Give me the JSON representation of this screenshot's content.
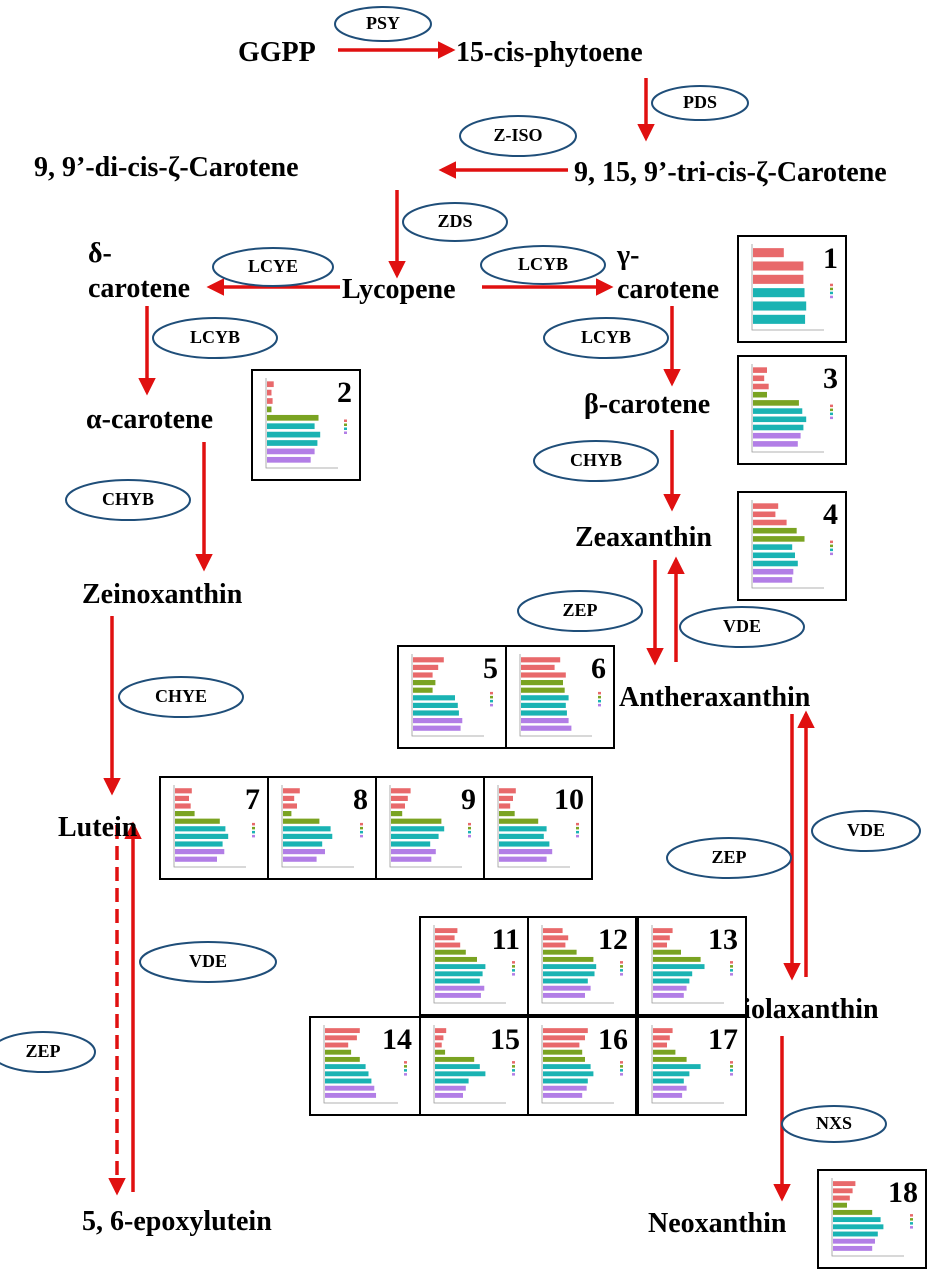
{
  "compounds": {
    "ggpp": "GGPP",
    "phytoene": "15-cis-phytoene",
    "tri_cis": "9, 15, 9’-tri-cis-ζ-Carotene",
    "di_cis": "9, 9’-di-cis-ζ-Carotene",
    "lycopene": "Lycopene",
    "delta_line1": "δ-",
    "delta_line2": "carotene",
    "gamma_line1": "γ-",
    "gamma_line2": "carotene",
    "alpha": "α-carotene",
    "beta": "β-carotene",
    "zeinoxanthin": "Zeinoxanthin",
    "zeaxanthin": "Zeaxanthin",
    "antheraxanthin": "Antheraxanthin",
    "lutein": "Lutein",
    "violaxanthin": "Violaxanthin",
    "epoxylutein": "5, 6-epoxylutein",
    "neoxanthin": "Neoxanthin"
  },
  "enzymes": {
    "psy": "PSY",
    "pds": "PDS",
    "ziso": "Z-ISO",
    "zds": "ZDS",
    "lcye": "LCYE",
    "lcyb_right": "LCYB",
    "lcyb_left": "LCYB",
    "lcyb_gamma": "LCYB",
    "chyb_left": "CHYB",
    "chyb_right": "CHYB",
    "chye": "CHYE",
    "zep_zea": "ZEP",
    "vde_zea": "VDE",
    "vde_anth": "VDE",
    "zep_anth": "ZEP",
    "vde_lut": "VDE",
    "zep_lut": "ZEP",
    "nxs": "NXS"
  },
  "panel_numbers": [
    "1",
    "2",
    "3",
    "4",
    "5",
    "6",
    "7",
    "8",
    "9",
    "10",
    "11",
    "12",
    "13",
    "14",
    "15",
    "16",
    "17",
    "18"
  ],
  "panel_bar_values": [
    [
      0.55,
      0.9,
      0.9,
      0.92,
      0.95,
      0.93
    ],
    [
      0.12,
      0.08,
      0.1,
      0.08,
      0.92,
      0.85,
      0.95,
      0.9,
      0.85,
      0.78
    ],
    [
      0.25,
      0.2,
      0.28,
      0.25,
      0.82,
      0.88,
      0.95,
      0.9,
      0.85,
      0.8
    ],
    [
      0.45,
      0.4,
      0.6,
      0.78,
      0.92,
      0.7,
      0.75,
      0.8,
      0.72,
      0.7
    ],
    [
      0.55,
      0.45,
      0.35,
      0.4,
      0.35,
      0.75,
      0.8,
      0.82,
      0.88,
      0.85
    ],
    [
      0.7,
      0.6,
      0.8,
      0.75,
      0.78,
      0.85,
      0.8,
      0.82,
      0.85,
      0.9
    ],
    [
      0.3,
      0.25,
      0.28,
      0.35,
      0.8,
      0.9,
      0.95,
      0.85,
      0.88,
      0.75
    ],
    [
      0.3,
      0.2,
      0.25,
      0.15,
      0.65,
      0.85,
      0.88,
      0.7,
      0.75,
      0.6
    ],
    [
      0.35,
      0.3,
      0.25,
      0.2,
      0.9,
      0.95,
      0.85,
      0.7,
      0.8,
      0.72
    ],
    [
      0.3,
      0.25,
      0.2,
      0.28,
      0.7,
      0.85,
      0.8,
      0.9,
      0.95,
      0.85
    ],
    [
      0.4,
      0.35,
      0.45,
      0.55,
      0.75,
      0.9,
      0.85,
      0.8,
      0.88,
      0.82
    ],
    [
      0.35,
      0.45,
      0.4,
      0.6,
      0.9,
      0.95,
      0.92,
      0.8,
      0.85,
      0.75
    ],
    [
      0.35,
      0.3,
      0.25,
      0.5,
      0.85,
      0.92,
      0.7,
      0.65,
      0.6,
      0.55
    ],
    [
      0.6,
      0.55,
      0.4,
      0.45,
      0.6,
      0.7,
      0.75,
      0.8,
      0.85,
      0.88
    ],
    [
      0.2,
      0.15,
      0.12,
      0.18,
      0.7,
      0.8,
      0.9,
      0.6,
      0.55,
      0.5
    ],
    [
      0.8,
      0.75,
      0.65,
      0.7,
      0.75,
      0.85,
      0.9,
      0.8,
      0.78,
      0.7
    ],
    [
      0.35,
      0.3,
      0.25,
      0.4,
      0.6,
      0.85,
      0.65,
      0.55,
      0.6,
      0.52
    ],
    [
      0.4,
      0.35,
      0.3,
      0.25,
      0.7,
      0.85,
      0.9,
      0.8,
      0.75,
      0.7
    ]
  ],
  "bar_group_colors": [
    "#e8696b",
    "#7aa322",
    "#1ab3b3",
    "#b27ee6"
  ],
  "arrow_color": "#e01010",
  "ellipse_color": "#1f4e79"
}
